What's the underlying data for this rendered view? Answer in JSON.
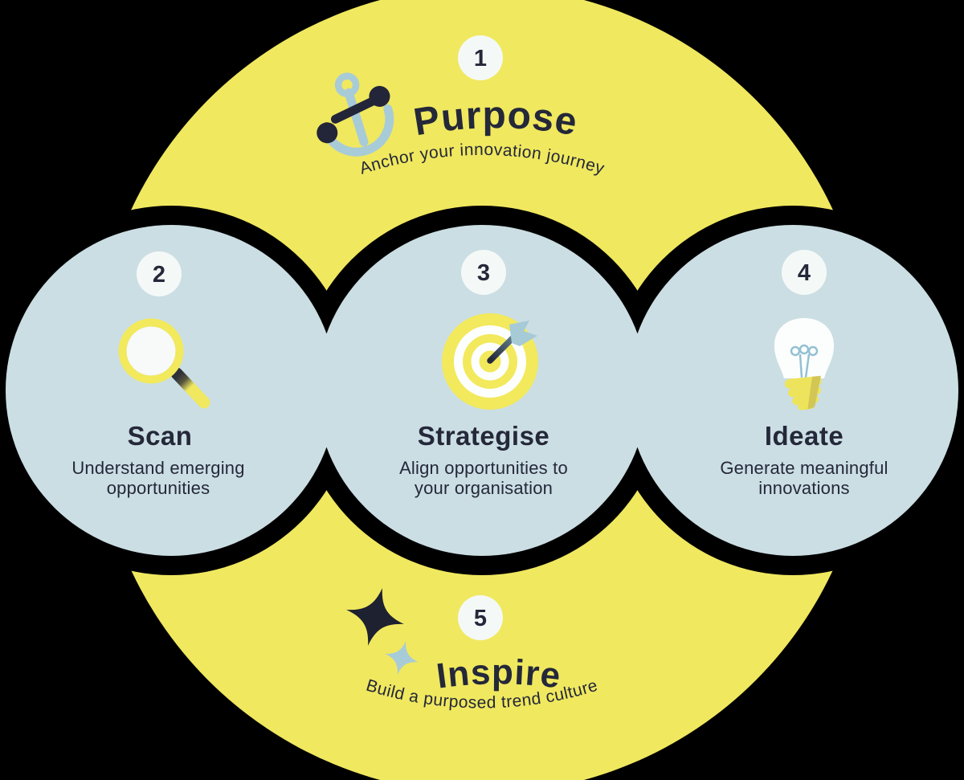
{
  "background_color": "#000000",
  "palette": {
    "arc_yellow": "#F0E85F",
    "node_blue": "#CBDEE4",
    "dark_navy": "#242839",
    "badge_white": "#F4F9F7",
    "icon_light_blue": "#A8CBD8",
    "icon_white": "#FCFEFD",
    "icon_yellow": "#F2E95C"
  },
  "steps": [
    {
      "number": "1",
      "title": "Purpose",
      "subtitle": "Anchor your innovation journey"
    },
    {
      "number": "2",
      "title": "Scan",
      "subtitle_lines": [
        "Understand emerging",
        "opportunities"
      ]
    },
    {
      "number": "3",
      "title": "Strategise",
      "subtitle_lines": [
        "Align opportunities to",
        "your organisation"
      ]
    },
    {
      "number": "4",
      "title": "Ideate",
      "subtitle_lines": [
        "Generate meaningful",
        "innovations"
      ]
    },
    {
      "number": "5",
      "title": "Inspire",
      "subtitle": "Build a purposed trend culture"
    }
  ]
}
